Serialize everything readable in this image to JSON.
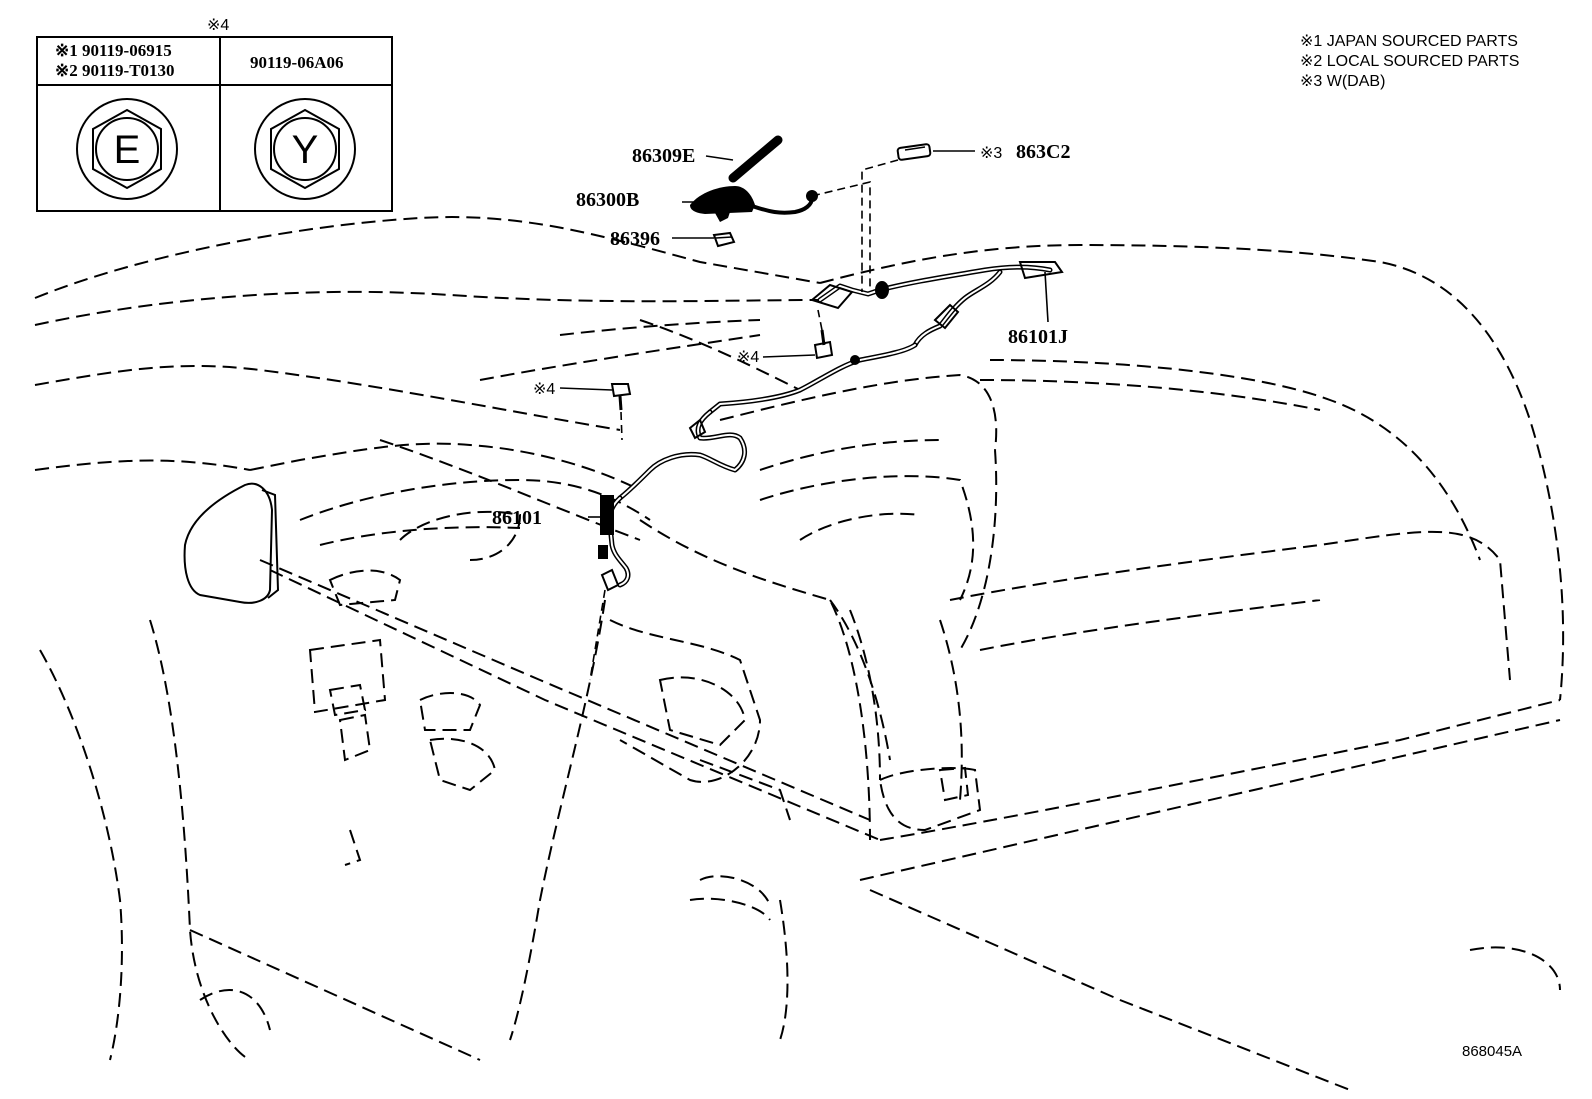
{
  "legend": {
    "items": [
      "※1 JAPAN SOURCED PARTS",
      "※2 LOCAL SOURCED PARTS",
      "※3 W(DAB)"
    ]
  },
  "bolt_table": {
    "header_mark": "※4",
    "col1_line1": "※1 90119-06915",
    "col1_line2": "※2 90119-T0130",
    "col2": "90119-06A06",
    "col1_symbol": "E",
    "col2_symbol": "Y"
  },
  "callouts": {
    "p86309E": "86309E",
    "p86300B": "86300B",
    "p86396": "86396",
    "p863C2_mark": "※3",
    "p863C2": "863C2",
    "p86101J": "86101J",
    "p86101": "86101",
    "bolt_mark_a": "※4",
    "bolt_mark_b": "※4"
  },
  "figure_id": "868045A"
}
